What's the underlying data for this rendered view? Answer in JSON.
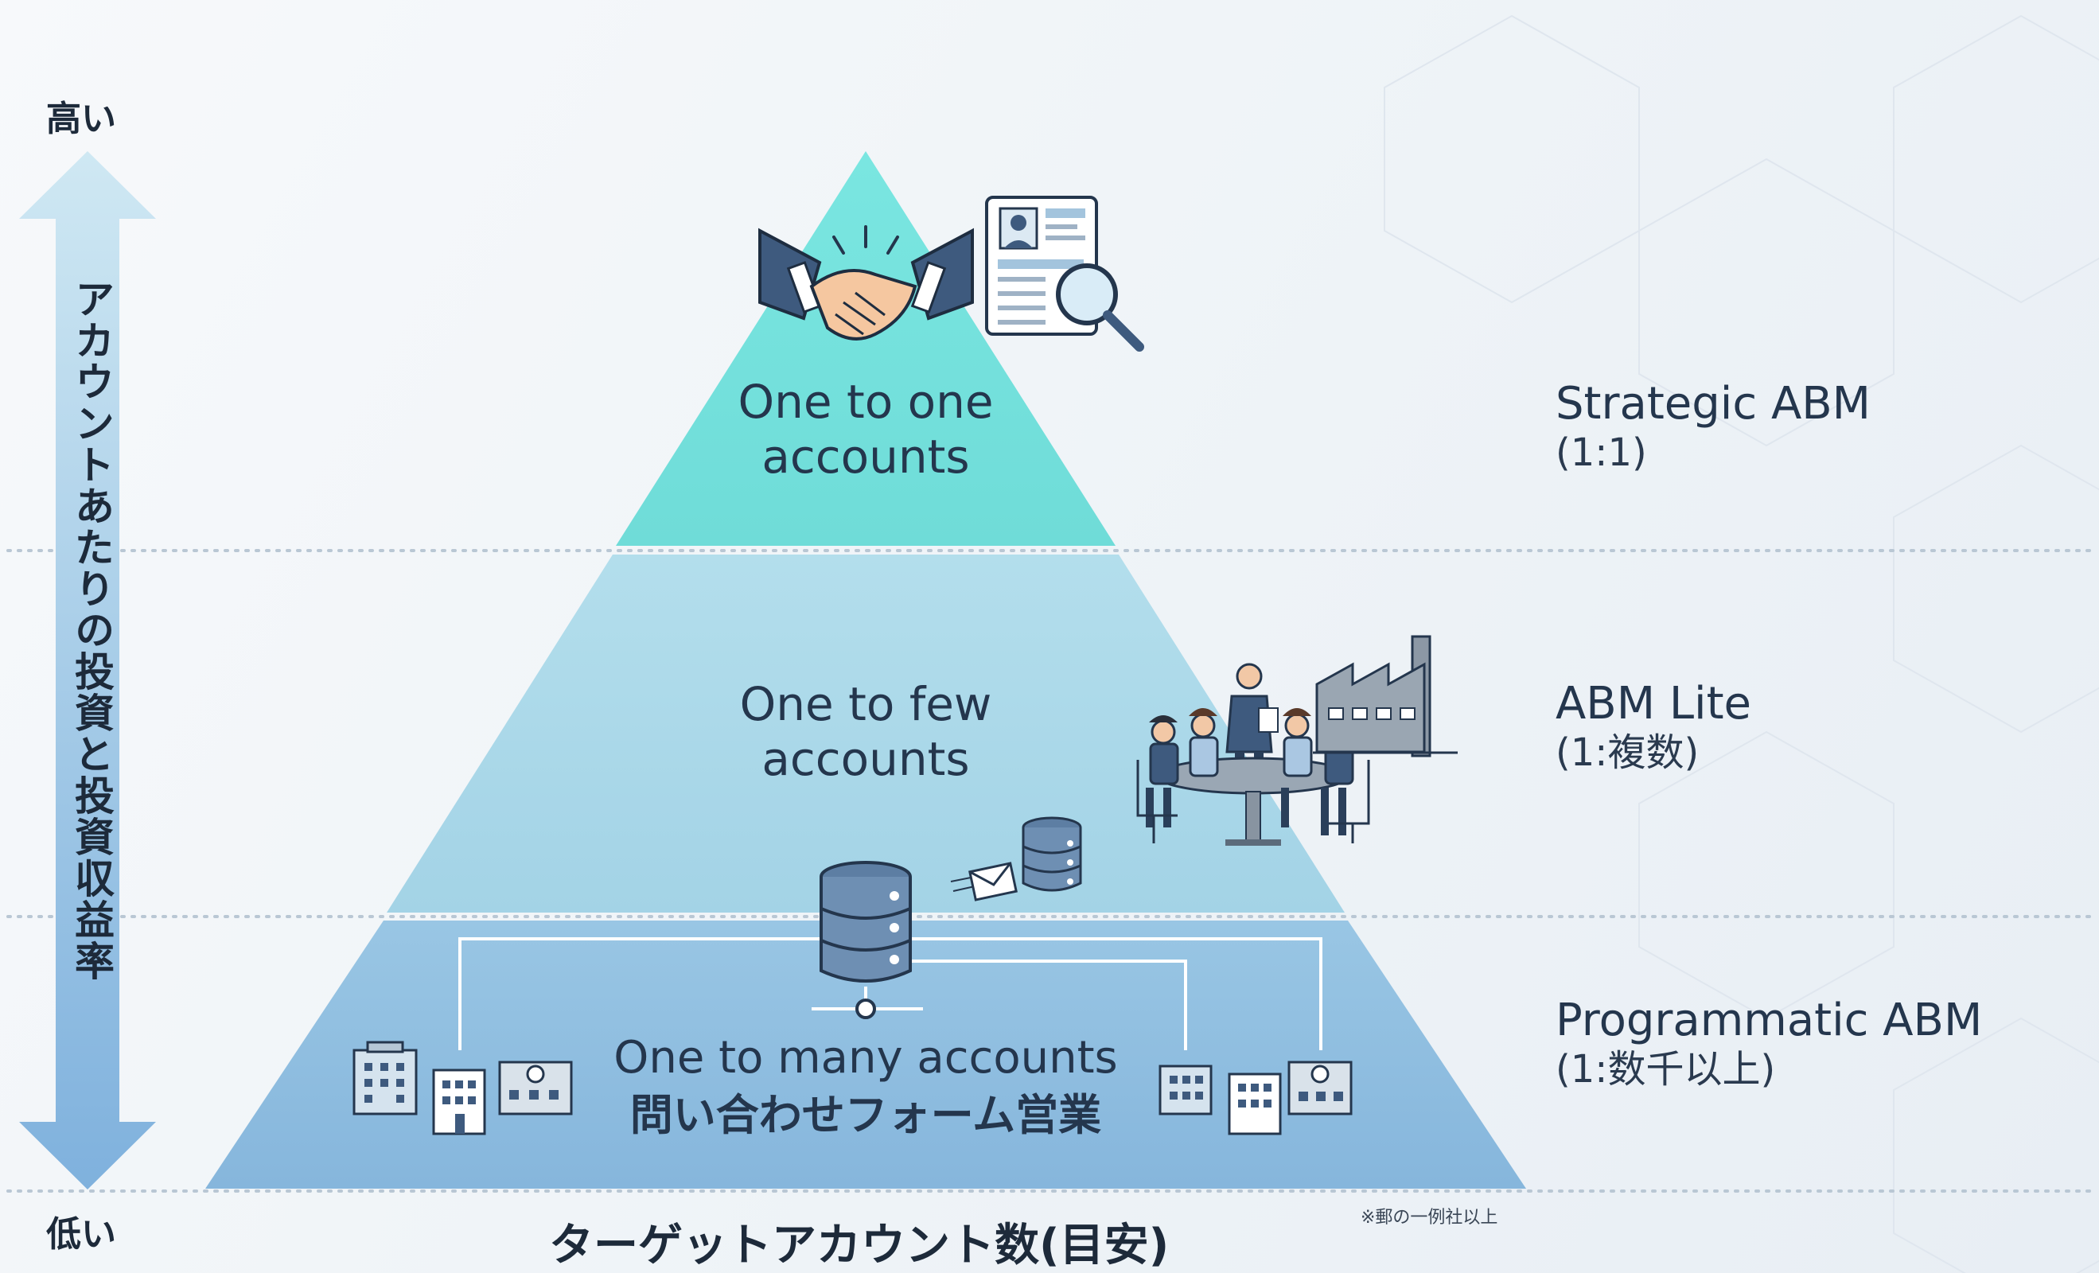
{
  "axis": {
    "high_label": "高い",
    "low_label": "低い",
    "vertical_label": "アカウントあたりの投資と投資収益率"
  },
  "tiers": [
    {
      "line1": "One to one",
      "line2": "accounts",
      "right_name": "Strategic ABM",
      "right_ratio": "(1:1)",
      "color": "#6fdfdc"
    },
    {
      "line1": "One to few",
      "line2": "accounts",
      "right_name": "ABM Lite",
      "right_ratio": "(1:複数)",
      "color": "#a6d7e8"
    },
    {
      "line1": "One to many accounts",
      "line2": "問い合わせフォーム営業",
      "right_name": "Programmatic ABM",
      "right_ratio": "(1:数千以上)",
      "color": "#8dbde0"
    }
  ],
  "bottom_title": "ターゲットアカウント数(目安)",
  "footnote": "※郵の一例社以上",
  "icons": [
    "handshake-icon",
    "profile-search-icon",
    "meeting-icon",
    "factory-icon",
    "email-icon",
    "database-icon",
    "building-icon"
  ]
}
